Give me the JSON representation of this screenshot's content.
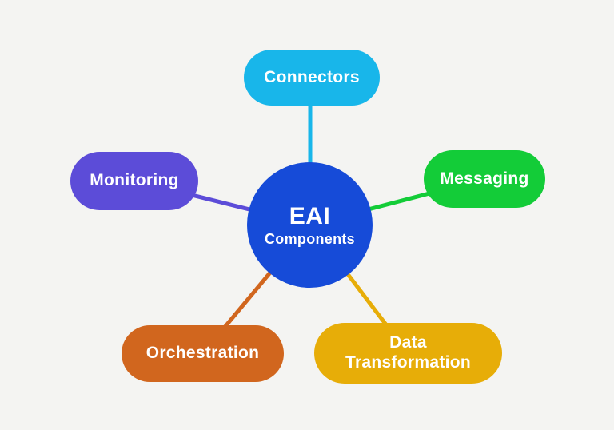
{
  "background_color": "#f4f4f2",
  "center": {
    "title": "EAI",
    "subtitle": "Components",
    "color": "#164bd8",
    "text_color": "#ffffff"
  },
  "nodes": {
    "connectors": {
      "label": "Connectors",
      "color": "#18b6ea"
    },
    "messaging": {
      "label": "Messaging",
      "color": "#13cc38"
    },
    "monitoring": {
      "label": "Monitoring",
      "color": "#5c4cd8"
    },
    "orchestration": {
      "label": "Orchestration",
      "color": "#d1661e"
    },
    "data_transformation": {
      "label": "Data Transformation",
      "color": "#e7ad08"
    }
  }
}
